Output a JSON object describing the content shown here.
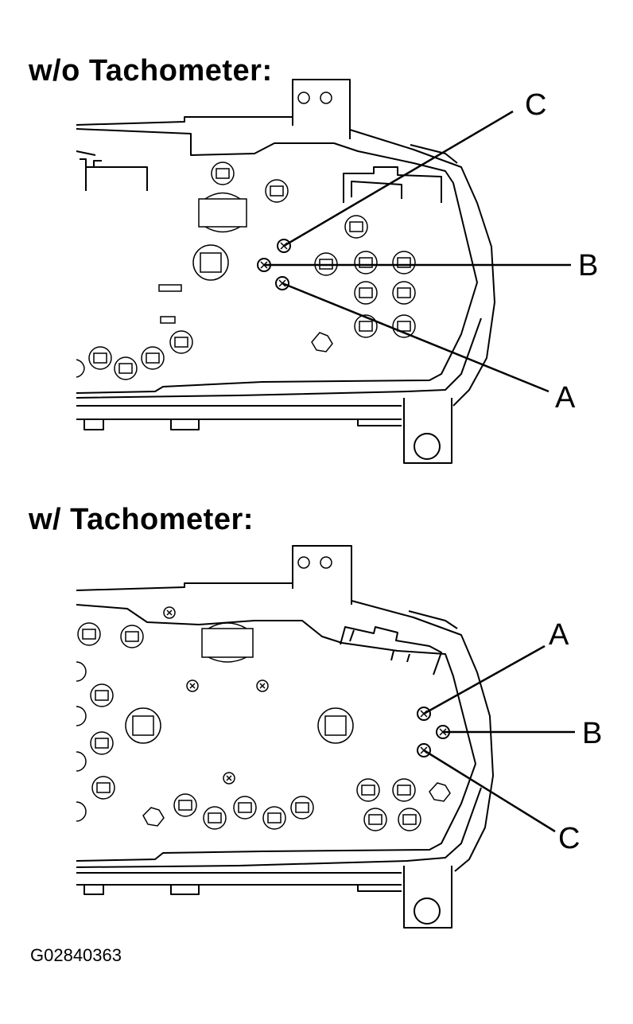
{
  "diagrams": [
    {
      "title": "w/o Tachometer:",
      "callouts": {
        "a": "A",
        "b": "B",
        "c": "C"
      }
    },
    {
      "title": "w/ Tachometer:",
      "callouts": {
        "a": "A",
        "b": "B",
        "c": "C"
      }
    }
  ],
  "figure_code": "G02840363"
}
